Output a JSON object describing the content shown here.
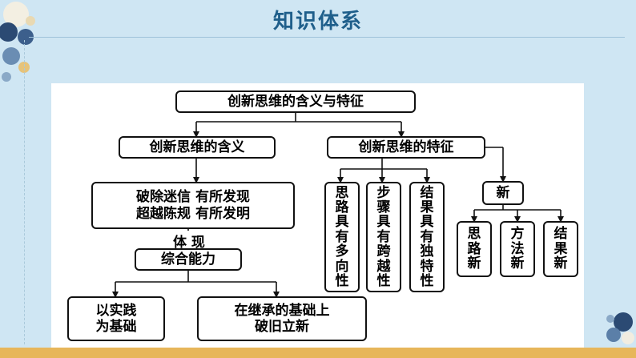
{
  "header": {
    "title": "知识体系"
  },
  "diagram": {
    "root": "创新思维的含义与特征",
    "meaning": "创新思维的含义",
    "features": "创新思维的特征",
    "meaning_detail": "破除迷信 有所发现\n超越陈规 有所发明",
    "embody_label": "体 现",
    "ability": "综合能力",
    "practice_basis": "以实践\n为基础",
    "inherit_break": "在继承的基础上\n破旧立新",
    "feature_1": "思路具有多向性",
    "feature_2": "步骤具有跨越性",
    "feature_3": "结果具有独特性",
    "new": "新",
    "new_1": "思\n路\n新",
    "new_2": "方\n法\n新",
    "new_3": "结\n果\n新"
  }
}
